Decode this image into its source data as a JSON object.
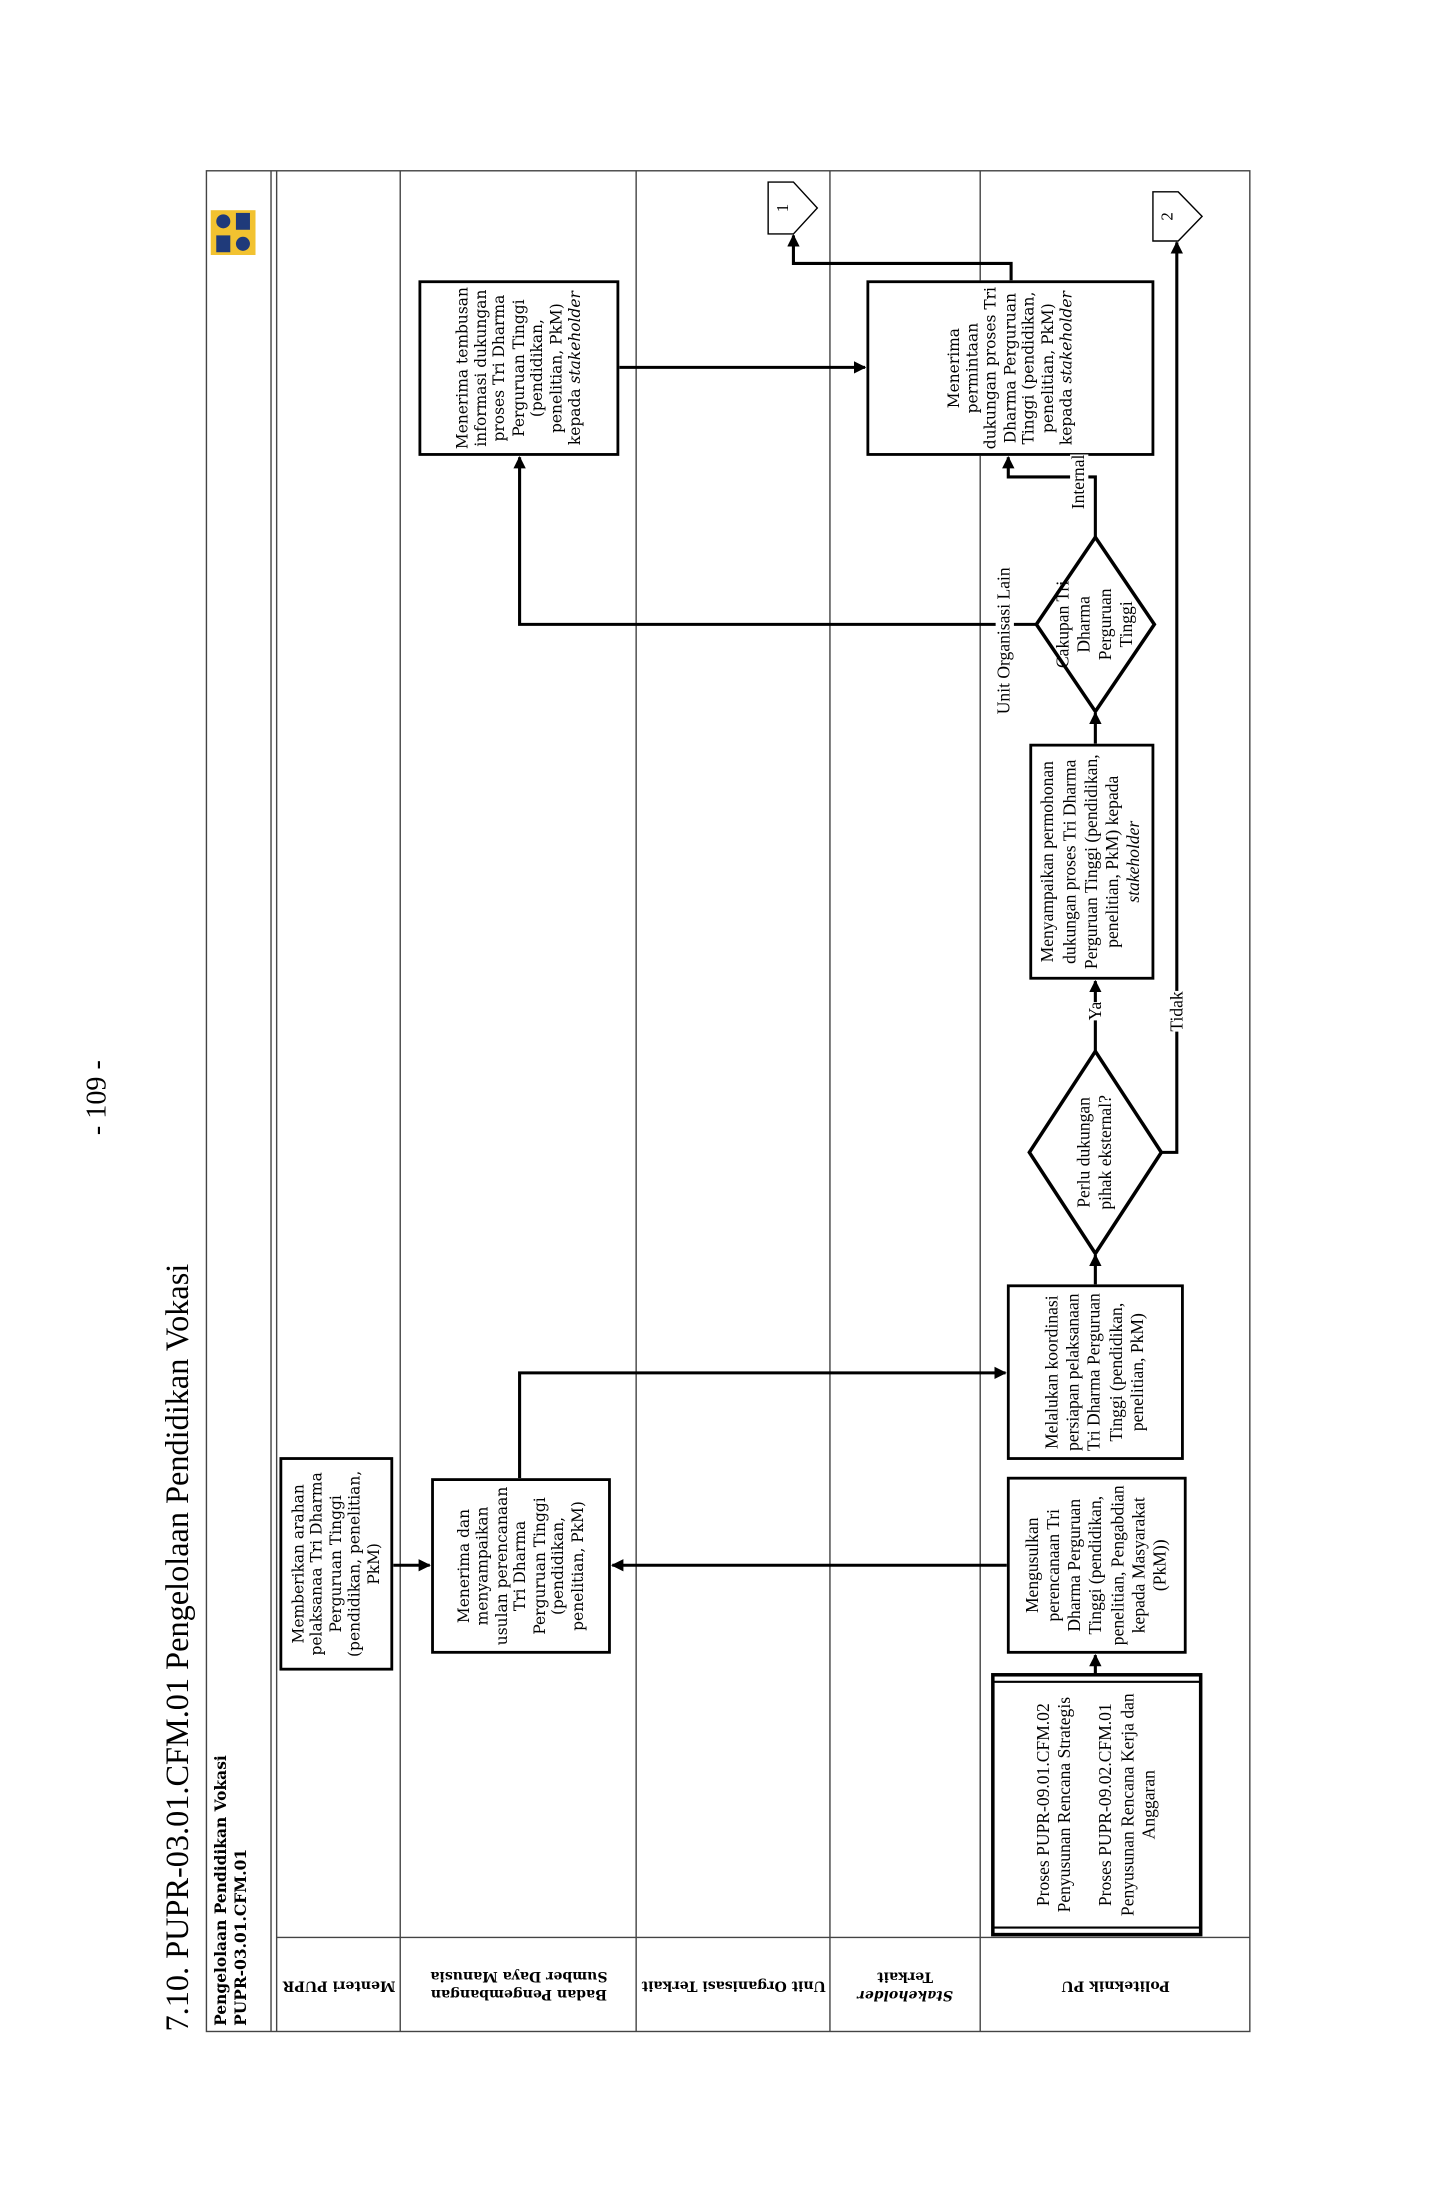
{
  "page_number": "- 109 -",
  "section_title": "7.10.  PUPR-03.01.CFM.01 Pengelolaan Pendidikan Vokasi",
  "header": {
    "process_name": "Pengelolaan Pendidikan Vokasi",
    "process_code": "PUPR-03.01.CFM.01",
    "logo": "pupr-logo"
  },
  "lanes": [
    {
      "label": "Menteri PUPR"
    },
    {
      "label": "Badan Pengembangan Sumber Daya Manusia"
    },
    {
      "label": "Unit Organisasi Terkait"
    },
    {
      "label_italic": "Stakeholder",
      "label": " Terkait"
    },
    {
      "label": "Politeknik PU"
    }
  ],
  "nodes": {
    "proses_ref": {
      "line1": "Proses PUPR-09.01.CFM.02 Penyusunan Rencana Strategis",
      "line2": "Proses PUPR-09.02.CFM.01 Penyusunan Rencana Kerja dan Anggaran"
    },
    "mengusulkan": "Mengusulkan perencanaan Tri Dharma Perguruan Tinggi (pendidikan, penelitian, Pengabdian kepada Masyarakat (PkM))",
    "memberikan_arahan": "Memberikan arahan pelaksanaa Tri Dharma Perguruan Tinggi (pendidikan, penelitian, PkM)",
    "menerima_menyampaikan": "Menerima dan menyampaikan usulan perencanaan Tri Dharma Perguruan Tinggi (pendidikan, penelitian, PkM)",
    "koordinasi": "Melalukan koordinasi persiapan pelaksanaan Tri Dharma Perguruan Tinggi (pendidikan, penelitian, PkM)",
    "decision_eksternal": "Perlu dukungan pihak eksternal?",
    "menyampaikan_permohonan": {
      "text": "Menyampaikan permohonan dukungan proses Tri Dharma Perguruan Tinggi (pendidikan, penelitian, PkM) kepada ",
      "italic": "stakeholder"
    },
    "decision_cakupan": "Cakupan Tri Dharma Perguruan Tinggi",
    "menerima_tembusan": {
      "text": "Menerima tembusan informasi dukungan proses Tri Dharma Perguruan Tinggi (pendidikan, penelitian, PkM) kepada ",
      "italic": "stakeholder"
    },
    "menerima_permintaan": {
      "text": "Menerima permintaan dukungan proses Tri Dharma Perguruan Tinggi (pendidikan, penelitian, PkM) kepada ",
      "italic": "stakeholder"
    },
    "connector_1": "1",
    "connector_2": "2"
  },
  "edge_labels": {
    "ya": "Ya",
    "tidak": "Tidak",
    "unit_organisasi_lain": "Unit Organisasi Lain",
    "internal": "Internal"
  },
  "colors": {
    "logo_yellow": "#f2c230",
    "logo_blue": "#1f3a7a",
    "line": "#000000"
  }
}
